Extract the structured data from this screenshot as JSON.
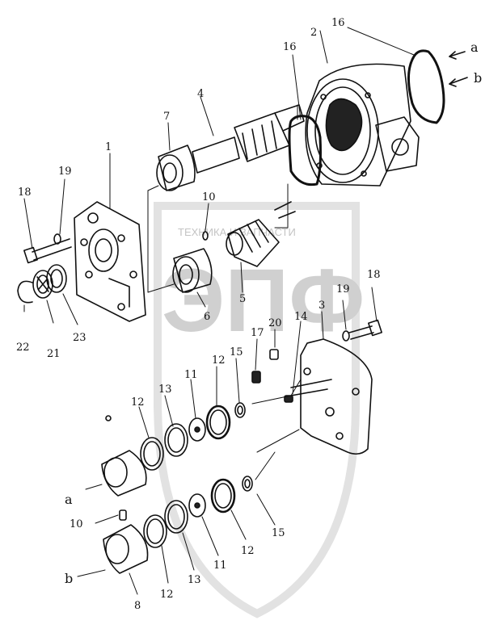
{
  "diagram": {
    "labels": {
      "l1": "1",
      "l2": "2",
      "l3": "3",
      "l4": "4",
      "l5": "5",
      "l6": "6",
      "l7": "7",
      "l8": "8",
      "l10a": "10",
      "l10b": "10",
      "l11a": "11",
      "l11b": "11",
      "l12a": "12",
      "l12b": "12",
      "l12c": "12",
      "l12d": "12",
      "l13a": "13",
      "l13b": "13",
      "l14": "14",
      "l15a": "15",
      "l15b": "15",
      "l16a": "16",
      "l16b": "16",
      "l17": "17",
      "l18a": "18",
      "l18b": "18",
      "l19a": "19",
      "l19b": "19",
      "l20": "20",
      "l21": "21",
      "l22": "22",
      "l23": "23",
      "la1": "a",
      "lb1": "b",
      "la2": "a",
      "lb2": "b"
    },
    "watermark": {
      "text": "ТЕХНИКА И ЗАПЧАСТИ",
      "logo": "ЭПФ"
    }
  }
}
